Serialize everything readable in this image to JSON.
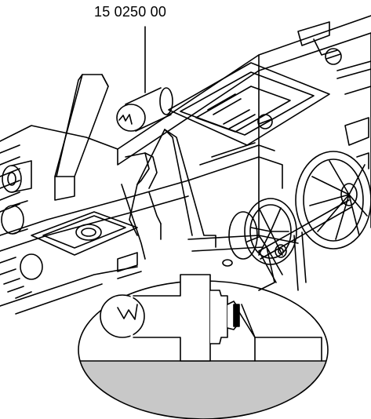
{
  "diagram": {
    "part_number": "15 0250 00",
    "colors": {
      "line": "#000000",
      "background": "#ffffff",
      "ground_shade": "#c8c8c8"
    },
    "elements": [
      "locomotive-chassis",
      "headlight-bulb",
      "bulb-holder-bracket",
      "drive-wheels",
      "magnified-detail-bulb-socket"
    ]
  }
}
